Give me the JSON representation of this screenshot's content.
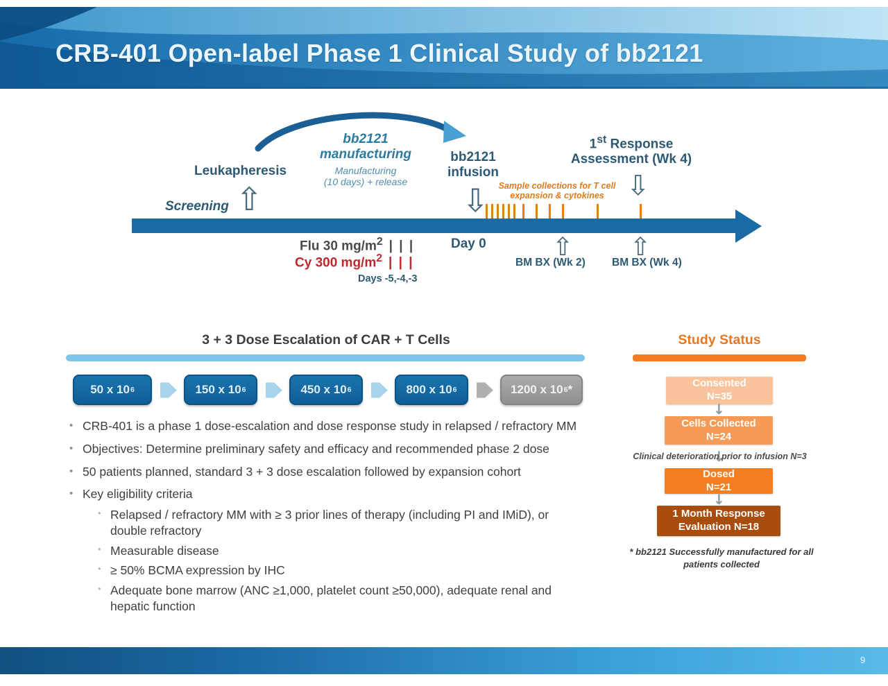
{
  "slide": {
    "title": "CRB-401 Open-label Phase 1 Clinical Study of bb2121",
    "page_number": "9"
  },
  "timeline": {
    "screening": "Screening",
    "leukapheresis": "Leukapheresis",
    "manufacturing": {
      "line1": "bb2121",
      "line2": "manufacturing",
      "sub1": "Manufacturing",
      "sub2": "(10 days) + release"
    },
    "infusion": {
      "line1": "bb2121",
      "line2": "infusion"
    },
    "response": {
      "prefix": "1",
      "sup": "st",
      "rest": " Response",
      "line2": "Assessment (Wk 4)"
    },
    "sample_collections": {
      "line1": "Sample collections for T cell",
      "line2": "expansion & cytokines"
    },
    "flu": {
      "base": "Flu 30 mg/m",
      "sup": "2",
      "ticks": "| | |"
    },
    "cy": {
      "base": "Cy 300 mg/m",
      "sup": "2",
      "ticks": "| | |"
    },
    "days": "Days -5,-4,-3",
    "day0": "Day 0",
    "bmbx_wk2": "BM BX (Wk 2)",
    "bmbx_wk4": "BM BX (Wk 4)"
  },
  "dose_escalation": {
    "title": "3 + 3 Dose Escalation of CAR + T Cells",
    "doses": [
      {
        "base": "50 x 10",
        "sup": "6",
        "suffix": ""
      },
      {
        "base": "150 x 10",
        "sup": "6",
        "suffix": ""
      },
      {
        "base": "450 x 10",
        "sup": "6",
        "suffix": ""
      },
      {
        "base": "800 x 10",
        "sup": "6",
        "suffix": ""
      },
      {
        "base": "1200 x 10",
        "sup": "6",
        "suffix": "*"
      }
    ]
  },
  "bullets": {
    "items": [
      "CRB-401 is a phase 1 dose-escalation and dose response study in relapsed / refractory MM",
      "Objectives: Determine preliminary safety and efficacy and recommended phase 2 dose",
      "50 patients planned, standard 3 + 3 dose escalation followed by expansion cohort",
      "Key eligibility criteria"
    ],
    "sub_items": [
      "Relapsed / refractory MM with ≥ 3 prior lines of therapy (including PI and IMiD), or double refractory",
      "Measurable disease",
      "≥ 50% BCMA expression by IHC",
      "Adequate bone marrow (ANC ≥1,000, platelet count ≥50,000), adequate renal and hepatic function"
    ]
  },
  "study_status": {
    "title": "Study Status",
    "boxes": [
      {
        "line1": "Consented",
        "line2": "N=35"
      },
      {
        "line1": "Cells Collected",
        "line2": "N=24"
      },
      {
        "line1": "Dosed",
        "line2": "N=21"
      },
      {
        "line1": "1 Month Response",
        "line2": "Evaluation  N=18"
      }
    ],
    "deterioration_note": "Clinical deterioration prior to infusion N=3",
    "footnote_line1": "* bb2121 Successfully manufactured for all",
    "footnote_line2": "patients collected"
  },
  "colors": {
    "header_blue": "#1a72ae",
    "timeline_blue": "#1a6aa5",
    "dose_box_blue": "#1468a0",
    "dose_box_gray": "#9a9a9a",
    "accent_light_blue": "#80c5e9",
    "orange_accent": "#f4791f",
    "status_box_consented": "#f9c49c",
    "status_box_cells": "#f59a57",
    "status_box_dosed": "#f57e20",
    "status_box_evaluation": "#a94d0e",
    "cy_red": "#c0272d",
    "sample_orange": "#e07b1a"
  }
}
